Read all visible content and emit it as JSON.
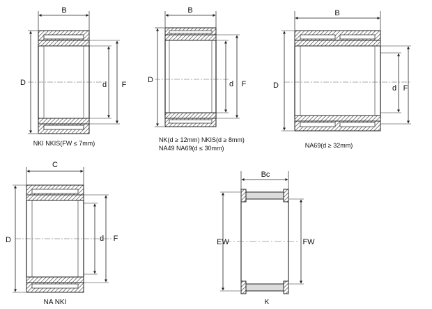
{
  "colors": {
    "line": "#222222",
    "hatch": "#4a4a4a",
    "shade": "#dcdcdc",
    "center": "#555555"
  },
  "views": [
    {
      "id": "v1",
      "caption": "NKI NKIS(FW ≤ 7mm)",
      "labels": {
        "width": "B",
        "outer": "D",
        "bore": "d",
        "raceway": "F"
      }
    },
    {
      "id": "v2",
      "caption_line1": "NK(d ≥ 12mm)  NKIS(d ≥ 8mm)",
      "caption_line2": "NA49 NA69(d ≤ 30mm)",
      "labels": {
        "width": "B",
        "outer": "D",
        "bore": "d",
        "raceway": "F"
      }
    },
    {
      "id": "v3",
      "caption": "NA69(d ≥ 32mm)",
      "labels": {
        "width": "B",
        "outer": "D",
        "bore": "d",
        "raceway": "F"
      }
    },
    {
      "id": "v4",
      "caption": "NA NKI",
      "labels": {
        "width": "C",
        "outer": "D",
        "bore": "d",
        "raceway": "F"
      }
    },
    {
      "id": "v5",
      "caption": "K",
      "labels": {
        "width": "Bc",
        "outer": "EW",
        "inner": "FW"
      }
    }
  ]
}
